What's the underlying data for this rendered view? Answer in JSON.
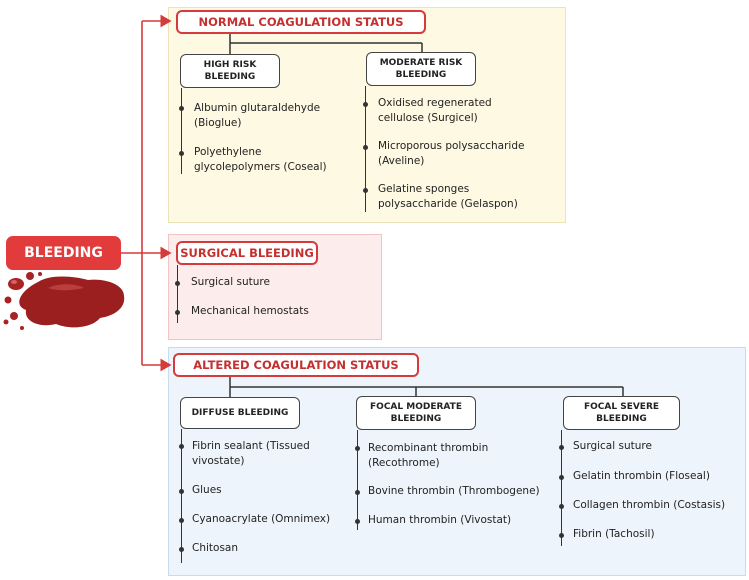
{
  "root": {
    "label": "BLEEDING"
  },
  "normal": {
    "title": "NORMAL COAGULATION STATUS",
    "high_risk": {
      "label": "HIGH RISK\nBLEEDING",
      "items": [
        "Albumin glutaraldehyde\n(Bioglue)",
        "Polyethylene\nglycolepolymers (Coseal)"
      ]
    },
    "moderate_risk": {
      "label": "MODERATE RISK\nBLEEDING",
      "items": [
        "Oxidised regenerated\ncellulose (Surgicel)",
        "Microporous polysaccharide\n(Aveline)",
        "Gelatine sponges\npolysaccharide (Gelaspon)"
      ]
    }
  },
  "surgical": {
    "title": "SURGICAL BLEEDING",
    "items": [
      "Surgical suture",
      "Mechanical hemostats"
    ]
  },
  "altered": {
    "title": "ALTERED COAGULATION STATUS",
    "diffuse": {
      "label": "DIFFUSE BLEEDING",
      "items": [
        "Fibrin sealant (Tissued\nvivostate)",
        "Glues",
        "Cyanoacrylate (Omnimex)",
        "Chitosan"
      ]
    },
    "focal_moderate": {
      "label": "FOCAL MODERATE\nBLEEDING",
      "items": [
        "Recombinant thrombin\n(Recothrome)",
        "Bovine thrombin (Thrombogene)",
        "Human thrombin (Vivostat)"
      ]
    },
    "focal_severe": {
      "label": "FOCAL SEVERE\nBLEEDING",
      "items": [
        "Surgical suture",
        "Gelatin thrombin (Floseal)",
        "Collagen thrombin (Costasis)",
        "Fibrin (Tachosil)"
      ]
    }
  },
  "colors": {
    "accent_red": "#d63b3b",
    "blood": "#9c1f1f"
  }
}
